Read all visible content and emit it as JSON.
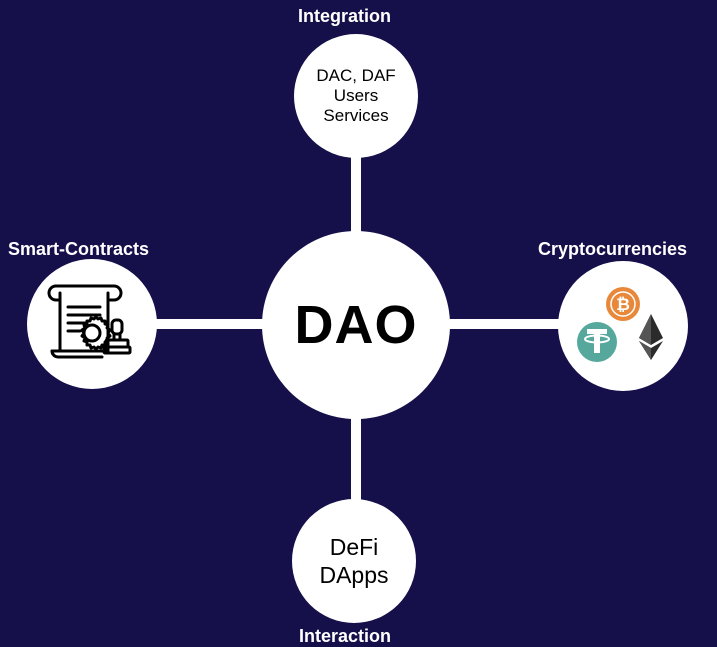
{
  "diagram": {
    "center": {
      "label": "DAO"
    },
    "top": {
      "heading": "Integration",
      "lines": [
        "DAC, DAF",
        "Users",
        "Services"
      ]
    },
    "bottom": {
      "heading": "Interaction",
      "lines": [
        "DeFi",
        "DApps"
      ]
    },
    "left": {
      "heading": "Smart-Contracts",
      "icon": "contract-with-seal-and-stamp-icon"
    },
    "right": {
      "heading": "Cryptocurrencies",
      "icons": [
        "bitcoin-icon",
        "tether-icon",
        "ethereum-icon"
      ],
      "colors": {
        "bitcoin": "#e8883a",
        "tether": "#55a89b",
        "ethereum": "#2b2b2b"
      }
    },
    "colors": {
      "background": "#150f4a",
      "nodes": "#ffffff",
      "connectors": "#ffffff"
    }
  }
}
